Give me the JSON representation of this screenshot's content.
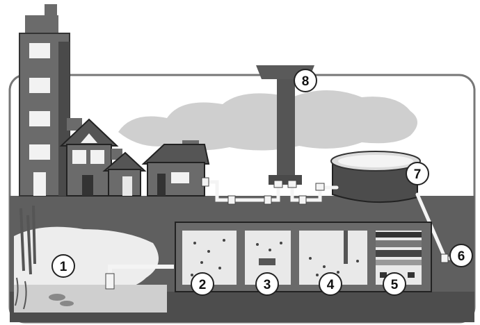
{
  "diagram": {
    "colors": {
      "ground": "#5f5f5f",
      "ground_dark": "#4a4a4a",
      "sky_frame": "#ffffff",
      "building": "#6b6b6b",
      "building_dark": "#3f3f3f",
      "window": "#f2f2f2",
      "water": "#e9e9e9",
      "lake_light": "#ededed",
      "pipe": "#f4f4f4",
      "cloud": "#cfcfcf",
      "badge_fill": "#ffffff",
      "badge_stroke": "#222222"
    },
    "labels": [
      {
        "id": "lake",
        "text": "1"
      },
      {
        "id": "settling-tank",
        "text": "2"
      },
      {
        "id": "aeration-tank",
        "text": "3"
      },
      {
        "id": "clarifier-tank",
        "text": "4"
      },
      {
        "id": "filter-tank",
        "text": "5"
      },
      {
        "id": "outlet-pipe",
        "text": "6"
      },
      {
        "id": "storage-reservoir",
        "text": "7"
      },
      {
        "id": "water-tower",
        "text": "8"
      }
    ]
  }
}
